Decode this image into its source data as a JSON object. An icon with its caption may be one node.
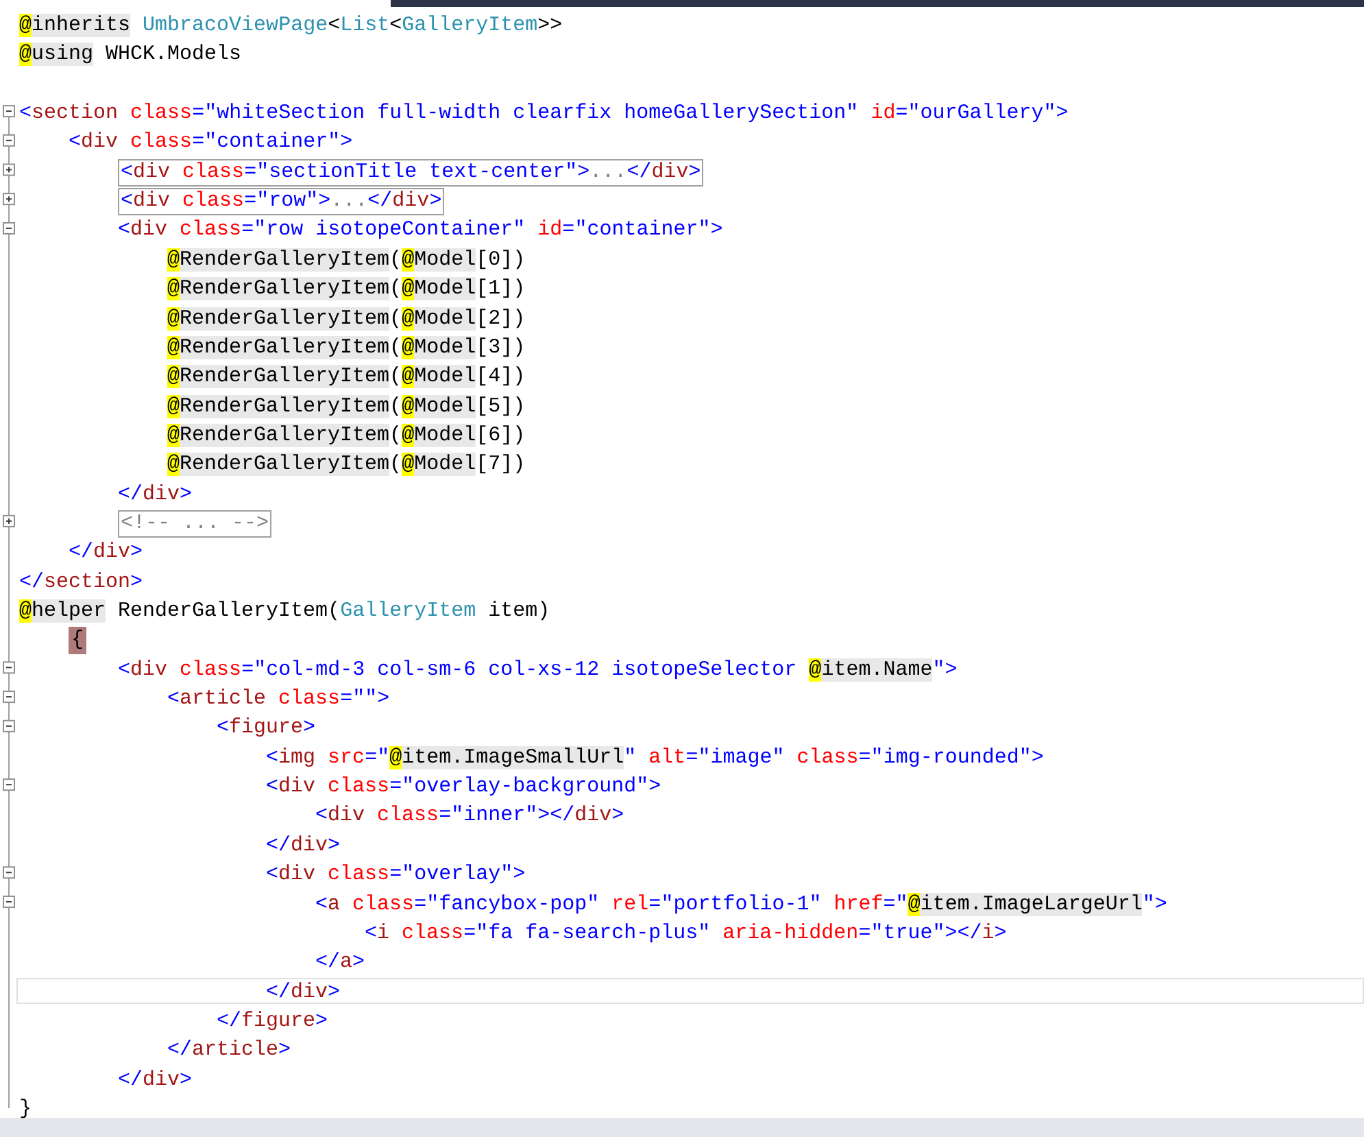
{
  "diagram": {
    "labels": [
      "@inherits UmbracoViewPage<List<GalleryItem>>",
      "@using WHCK.Models",
      "<section class=\"whiteSection full-width clearfix homeGallerySection\" id=\"ourGallery\">",
      "<div class=\"container\">",
      "<div class=\"sectionTitle text-center\">...</div>",
      "<div class=\"row\">...</div>",
      "<div class=\"row isotopeContainer\" id=\"container\">",
      "@RenderGalleryItem(@Model[0])",
      "@RenderGalleryItem(@Model[1])",
      "@RenderGalleryItem(@Model[2])",
      "@RenderGalleryItem(@Model[3])",
      "@RenderGalleryItem(@Model[4])",
      "@RenderGalleryItem(@Model[5])",
      "@RenderGalleryItem(@Model[6])",
      "@RenderGalleryItem(@Model[7])",
      "</div>",
      "<!-- ... -->",
      "</div>",
      "</section>",
      "@helper RenderGalleryItem(GalleryItem item)",
      "{",
      "<div class=\"col-md-3 col-sm-6 col-xs-12 isotopeSelector @item.Name\">",
      "<article class=\"\">",
      "<figure>",
      "<img src=\"@item.ImageSmallUrl\" alt=\"image\" class=\"img-rounded\">",
      "<div class=\"overlay-background\">",
      "<div class=\"inner\"></div>",
      "</div>",
      "<div class=\"overlay\">",
      "<a class=\"fancybox-pop\" rel=\"portfolio-1\" href=\"@item.ImageLargeUrl\">",
      "<i class=\"fa fa-search-plus\" aria-hidden=\"true\"></i>",
      "</a>",
      "</div>",
      "</figure>",
      "</article>",
      "</div>",
      "}"
    ]
  }
}
